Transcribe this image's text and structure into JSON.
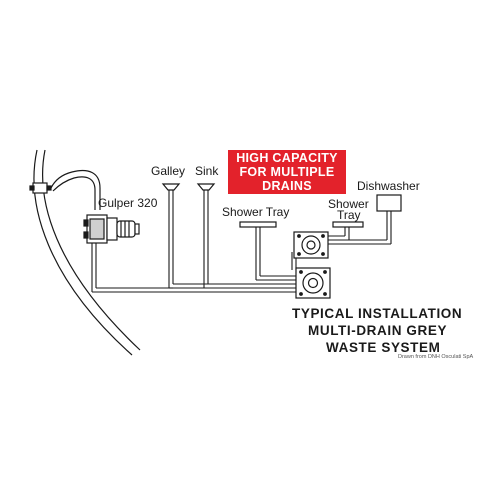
{
  "diagram": {
    "banner": {
      "lines": [
        "HIGH CAPACITY",
        "FOR MULTIPLE",
        "DRAINS"
      ],
      "color": "#e3222b",
      "text_color": "#ffffff"
    },
    "labels": {
      "galley": "Galley",
      "sink": "Sink",
      "gulper": "Gulper 320",
      "shower_tray_left": "Shower Tray",
      "shower_tray_right_line1": "Shower",
      "shower_tray_right_line2": "Tray",
      "dishwasher": "Dishwasher"
    },
    "caption": {
      "line1": "TYPICAL INSTALLATION",
      "line2": "MULTI-DRAIN GREY",
      "line3": "WASTE SYSTEM"
    },
    "credit": "Drawn from DNH Osculati SpA",
    "colors": {
      "line": "#1a1a1a",
      "background": "#ffffff"
    }
  }
}
